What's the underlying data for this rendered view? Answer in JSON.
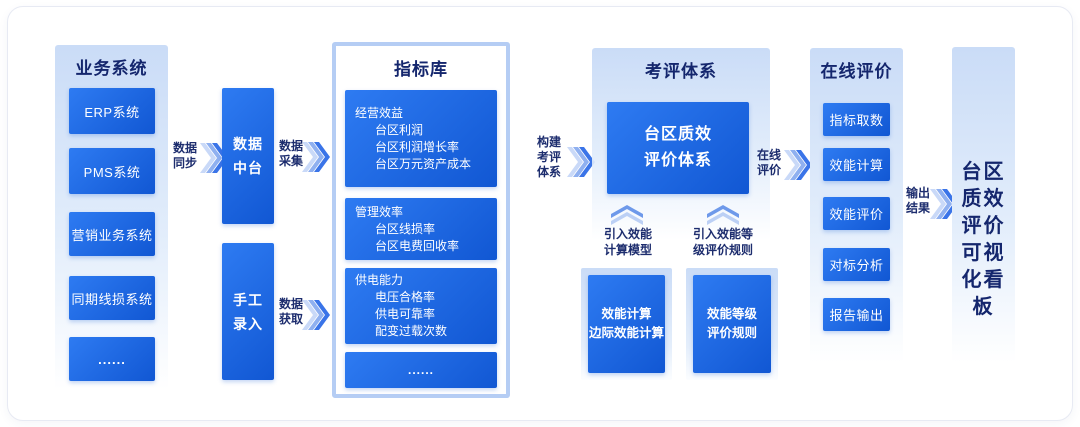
{
  "colors": {
    "box_gradient_start": "#2e7bf2",
    "box_gradient_end": "#1157d3",
    "panel_light_blue": "#cadcf7",
    "title_navy": "#14266d",
    "indicator_border": "#b5cdf4",
    "chevron_light": "#c9d9f8",
    "chevron_mid": "#8fb0f0",
    "chevron_dark": "#3a74e8"
  },
  "business": {
    "title": "业务系统",
    "items": [
      "ERP系统",
      "PMS系统",
      "营销业务系统",
      "同期线损系统",
      "......"
    ]
  },
  "middleware": {
    "data_platform": "数据\n中台",
    "manual_entry": "手工\n录入"
  },
  "indicator": {
    "title": "指标库",
    "groups": [
      {
        "title": "经营效益",
        "items": [
          "台区利润",
          "台区利润增长率",
          "台区万元资产成本"
        ]
      },
      {
        "title": "管理效率",
        "items": [
          "台区线损率",
          "台区电费回收率"
        ]
      },
      {
        "title": "供电能力",
        "items": [
          "电压合格率",
          "供电可靠率",
          "配变过载次数"
        ]
      },
      {
        "title": "......",
        "items": []
      }
    ]
  },
  "assessment": {
    "title": "考评体系",
    "main_box": "台区质效\n评价体系",
    "left_note": "引入效能\n计算模型",
    "right_note": "引入效能等\n级评价规则",
    "left_box": "效能计算\n边际效能计算",
    "right_box": "效能等级\n评价规则"
  },
  "online": {
    "title": "在线评价",
    "items": [
      "指标取数",
      "效能计算",
      "效能评价",
      "对标分析",
      "报告输出"
    ]
  },
  "dashboard": {
    "title": "台区质效评价可视化看板",
    "display": "台区\n质效\n评价\n可视\n化看\n板"
  },
  "arrows": {
    "sync": "数据\n同步",
    "collect": "数据\n采集",
    "acquire": "数据\n获取",
    "build": "构建\n考评\n体系",
    "evaluate": "在线\n评价",
    "output": "输出\n结果"
  }
}
